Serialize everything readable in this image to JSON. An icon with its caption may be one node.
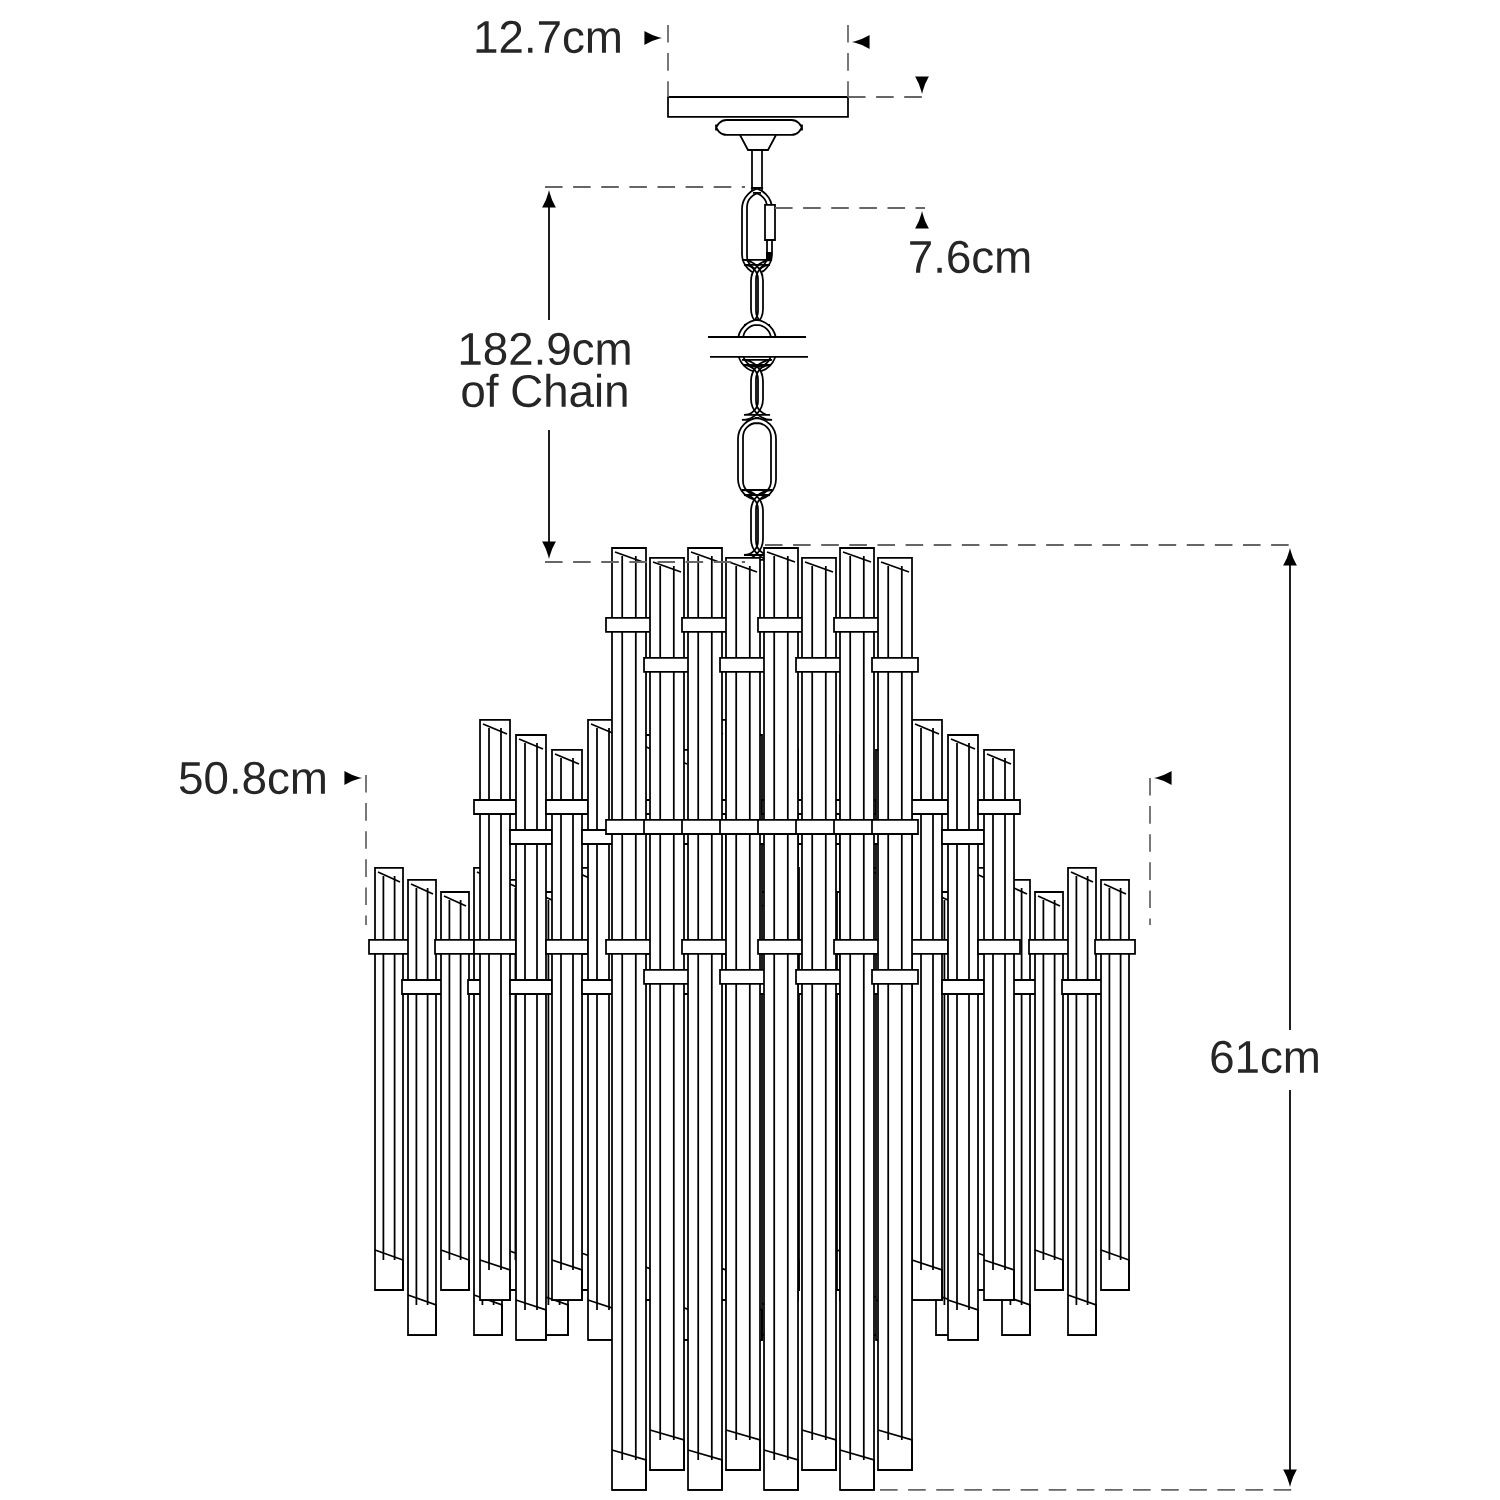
{
  "diagram": {
    "labels": [
      "12.7cm",
      "7.6cm",
      "182.9cm of Chain",
      "50.8cm",
      "61cm"
    ]
  }
}
